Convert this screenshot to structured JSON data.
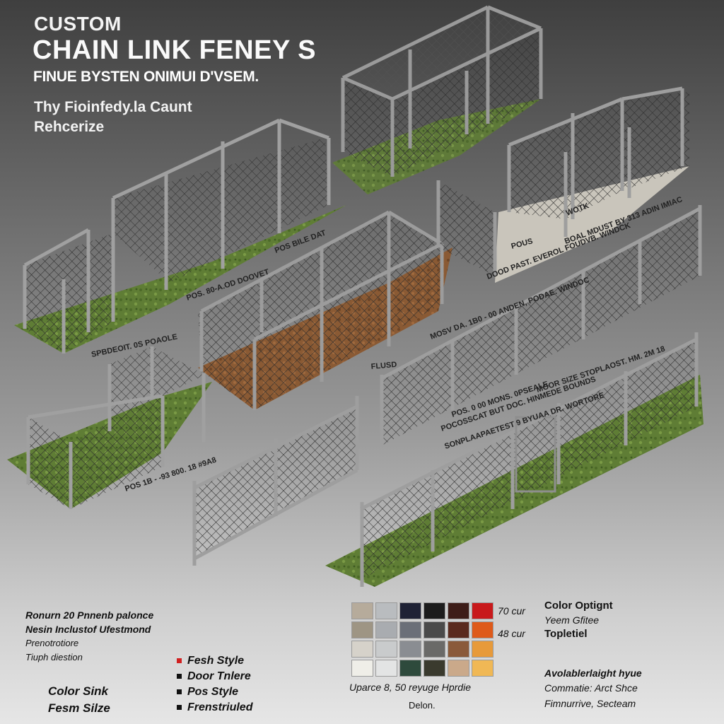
{
  "header": {
    "line1": "CUSTOM",
    "line2": "CHAIN LINK FENEY S",
    "line3": "FINUE BYSTEN ONIMUI D'VSEM.",
    "tagline1": "Thy Fioinfedy.la Caunt",
    "tagline2": "Rehcerize"
  },
  "fence_labels": {
    "a": "POS. 80-A.OD DOOVET",
    "b": "POS BILE DAT",
    "c": "SPBDEOIT. 0S POAOLE",
    "d": "POUS",
    "e": "WOTK",
    "f": "BOAL MDUST BY 313 ADIN IMIAC",
    "g": "DOOD PAST. EVEROL FOUDVB. WINDCK",
    "h": "MOSV DA. 1B0 - 00 ANDEN, PODAE. WINDOC",
    "i": "FLUSD",
    "j": "POS 1B - -93 800. 18 #9A8",
    "k": "POS. 0 00 MONS. 0PSEALE",
    "l": "MOOR SIZE STOPLAOST. HM. 2M 18",
    "m": "POCOSSCAT BUT DOC. HINMEDE BOUNDS",
    "n": "SONPLAAPAETEST 9 BYUAA DR. WORTORE"
  },
  "notes": {
    "line1": "Ronurn 20 Pnnenb palonce",
    "line2": "Nesin Inclustof Ufestmond",
    "line3": "Prenotrotiore",
    "line4": "Tiuph diestion"
  },
  "bottom_left": {
    "line1": "Color Sink",
    "line2": "Fesm Silze"
  },
  "options": [
    {
      "label": "Fesh Style",
      "color": "#d12020"
    },
    {
      "label": "Door Tnlere",
      "color": "#111111"
    },
    {
      "label": "Pos Style",
      "color": "#111111"
    },
    {
      "label": "Frenstriuled",
      "color": "#111111"
    }
  ],
  "palette": {
    "swatch_rows": [
      [
        "#b6ab9b",
        "#b9bcbf",
        "#1f2235",
        "#1c1c1c",
        "#3d1d18",
        "#c8191b"
      ],
      [
        "#9e9584",
        "#a9acb0",
        "#6b6f78",
        "#4a4a4a",
        "#5a2a1e",
        "#de5a1a"
      ],
      [
        "#d6d2ca",
        "#c9cbcc",
        "#8a8d92",
        "#6a6a68",
        "#8a5a3a",
        "#e79a3a"
      ],
      [
        "#efeee8",
        "#e3e4e4",
        "#2e4a3c",
        "#3a3a2e",
        "#caa98a",
        "#f0b855"
      ]
    ],
    "size1": "70 cur",
    "size2": "48 cur",
    "caption1": "Uparce 8, 50 reyuge Hprdie",
    "caption2": "Delon."
  },
  "right_panel": {
    "heading": "Color Optignt",
    "line1": "Yeem Gfitee",
    "line2": "Topletiel",
    "line3": "Avolablerlaight hyue",
    "line4": "Commatie: Arct Shce",
    "line5": "Fimnurrive, Secteam"
  }
}
